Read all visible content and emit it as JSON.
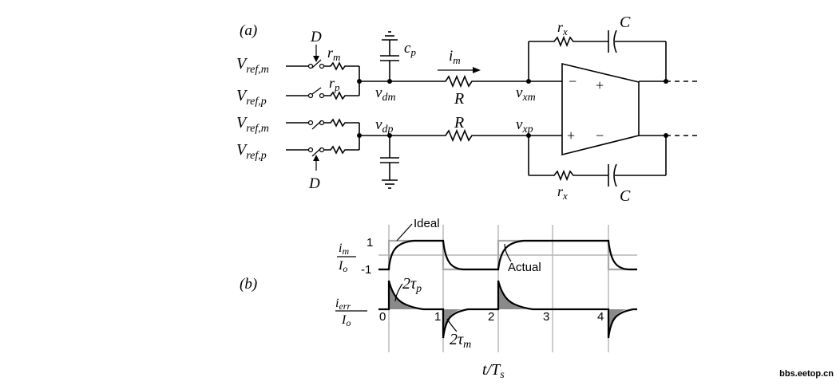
{
  "panel_a": {
    "label": "(a)",
    "vref_m_1": "V",
    "vref_m_1_sub": "ref,m",
    "vref_p_1": "V",
    "vref_p_1_sub": "ref,p",
    "vref_m_2": "V",
    "vref_m_2_sub": "ref,m",
    "vref_p_2": "V",
    "vref_p_2_sub": "ref,p",
    "switch_top": "D",
    "switch_bottom": "D",
    "rm": "r",
    "rm_sub": "m",
    "rp": "r",
    "rp_sub": "p",
    "cp": "c",
    "cp_sub": "p",
    "vdm": "v",
    "vdm_sub": "dm",
    "vdp": "v",
    "vdp_sub": "dp",
    "im": "i",
    "im_sub": "m",
    "r_top": "R",
    "r_bottom": "R",
    "vxm": "v",
    "vxm_sub": "xm",
    "vxp": "v",
    "vxp_sub": "xp",
    "rx_top": "r",
    "rx_top_sub": "x",
    "rx_bottom": "r",
    "rx_bottom_sub": "x",
    "c_top": "C",
    "c_bottom": "C",
    "opamp_minus_in": "−",
    "opamp_plus_in": "+",
    "opamp_plus_out": "+",
    "opamp_minus_out": "−"
  },
  "panel_b": {
    "label": "(b)",
    "ideal": "Ideal",
    "actual": "Actual",
    "ylabel_top_num": "i",
    "ylabel_top_num_sub": "m",
    "ylabel_top_den": "I",
    "ylabel_top_den_sub": "o",
    "ylabel_bot_num": "i",
    "ylabel_bot_num_sub": "err",
    "ylabel_bot_den": "I",
    "ylabel_bot_den_sub": "o",
    "tick_1": "1",
    "tick_m1": "-1",
    "x_ticks": [
      "0",
      "1",
      "2",
      "3",
      "4"
    ],
    "tau_p": "2τ",
    "tau_p_sub": "p",
    "tau_m": "2τ",
    "tau_m_sub": "m",
    "xlabel": "t/T",
    "xlabel_sub": "s"
  },
  "watermark": "bbs.eetop.cn"
}
